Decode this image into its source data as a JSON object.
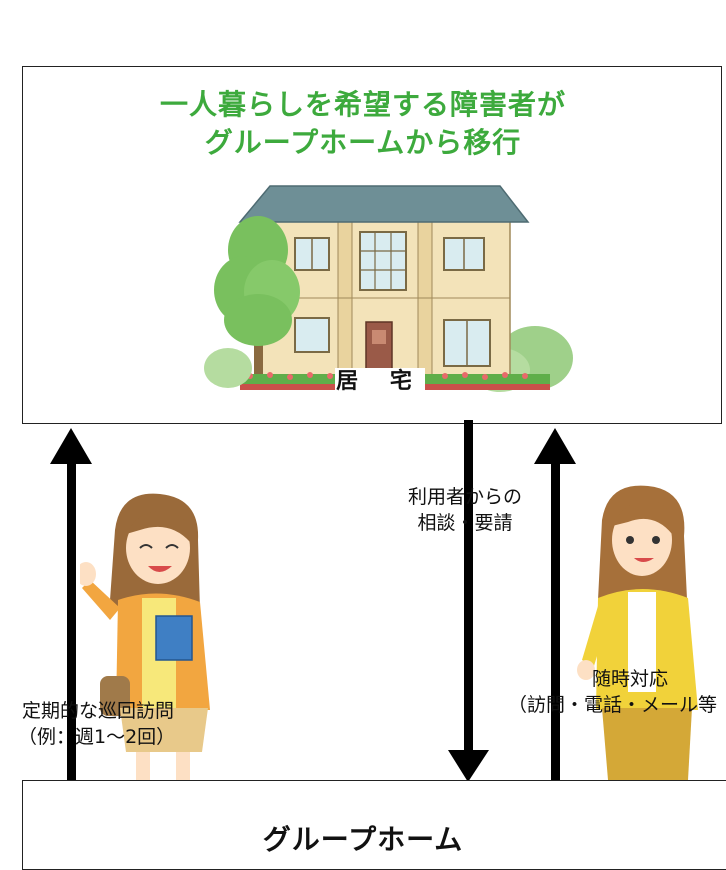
{
  "top": {
    "title_line1": "一人暮らしを希望する障害者が",
    "title_line2": "グループホームから移行",
    "residence_label": "居 宅"
  },
  "left": {
    "line1": "定期的な巡回訪問",
    "line2": "（例：週1～2回）"
  },
  "center": {
    "line1": "利用者からの",
    "line2": "相談・要請"
  },
  "right": {
    "line1": "随時対応",
    "line2": "（訪問・電話・メール等"
  },
  "bottom": {
    "title": "グループホーム"
  }
}
